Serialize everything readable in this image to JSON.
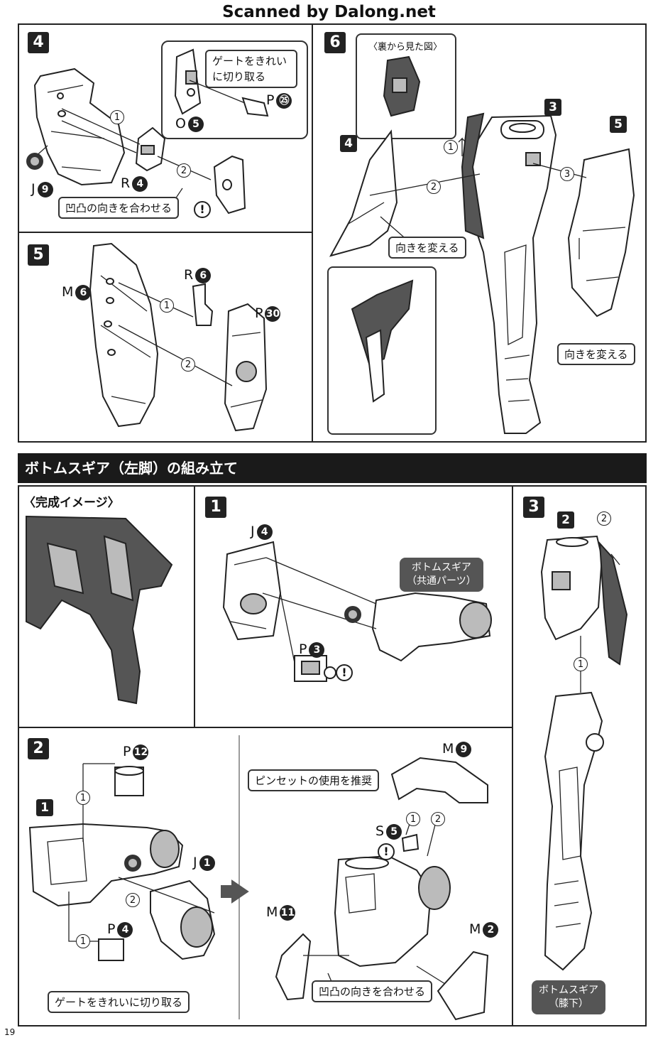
{
  "header": {
    "watermark": "Scanned by Dalong.net"
  },
  "panel4": {
    "step": "4",
    "gate_note": "ゲートをきれい\nに切り取る",
    "parts": {
      "p": "P",
      "p_num": "㉕",
      "o": "O",
      "o_num": "5",
      "r": "R",
      "r_num": "4",
      "j": "J",
      "j_num": "9"
    },
    "arrows": [
      "1",
      "2"
    ],
    "note": "凹凸の向きを合わせる",
    "warn": "!"
  },
  "panel5": {
    "step": "5",
    "parts": {
      "m": "M",
      "m_num": "6",
      "r": "R",
      "r_num": "6",
      "p": "P",
      "p_num": "30"
    },
    "arrows": [
      "1",
      "2"
    ]
  },
  "panel6": {
    "step": "6",
    "back_view": "〈裏から見た図〉",
    "subs": [
      "4",
      "3",
      "5"
    ],
    "arrows": [
      "1",
      "2",
      "3"
    ],
    "note_left": "向きを変える",
    "note_right": "向きを変える"
  },
  "section": {
    "title": "ボトムスギア（左脚）の組み立て"
  },
  "complete": {
    "label": "〈完成イメージ〉"
  },
  "step1": {
    "step": "1",
    "parts": {
      "j": "J",
      "j_num": "4",
      "p": "P",
      "p_num": "3"
    },
    "common_part": "ボトムスギア\n（共通パーツ）",
    "warn": "!"
  },
  "step2": {
    "step": "2",
    "sub": "1",
    "parts": {
      "p12": "P",
      "p12_num": "12",
      "j1": "J",
      "j1_num": "1",
      "p4": "P",
      "p4_num": "4",
      "m9": "M",
      "m9_num": "9",
      "s5": "S",
      "s5_num": "5",
      "m11": "M",
      "m11_num": "11",
      "m2": "M",
      "m2_num": "2"
    },
    "tweezers_note": "ピンセットの使用を推奨",
    "gate_note": "ゲートをきれいに切り取る",
    "align_note": "凹凸の向きを合わせる",
    "arrows": [
      "1",
      "2"
    ],
    "warn": "!"
  },
  "step3": {
    "step": "3",
    "sub": "2",
    "arrows": [
      "1",
      "2"
    ],
    "lower_leg": "ボトムスギア\n（膝下）"
  },
  "footer": {
    "page": "19"
  }
}
